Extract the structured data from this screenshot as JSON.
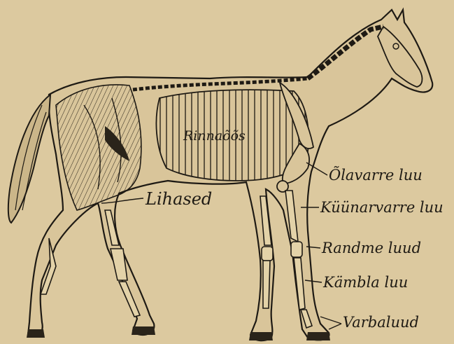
{
  "paper_color": "#dcc99f",
  "ink_color": "#1e1a14",
  "labels": {
    "chest": "Rinnaõõs",
    "muscles": "Lihased",
    "humerus": "Õlavarre luu",
    "forearm": "Küünarvarre luu",
    "carpals": "Randme luud",
    "metacarpal": "Kämbla luu",
    "phalanges": "Varbaluud"
  }
}
